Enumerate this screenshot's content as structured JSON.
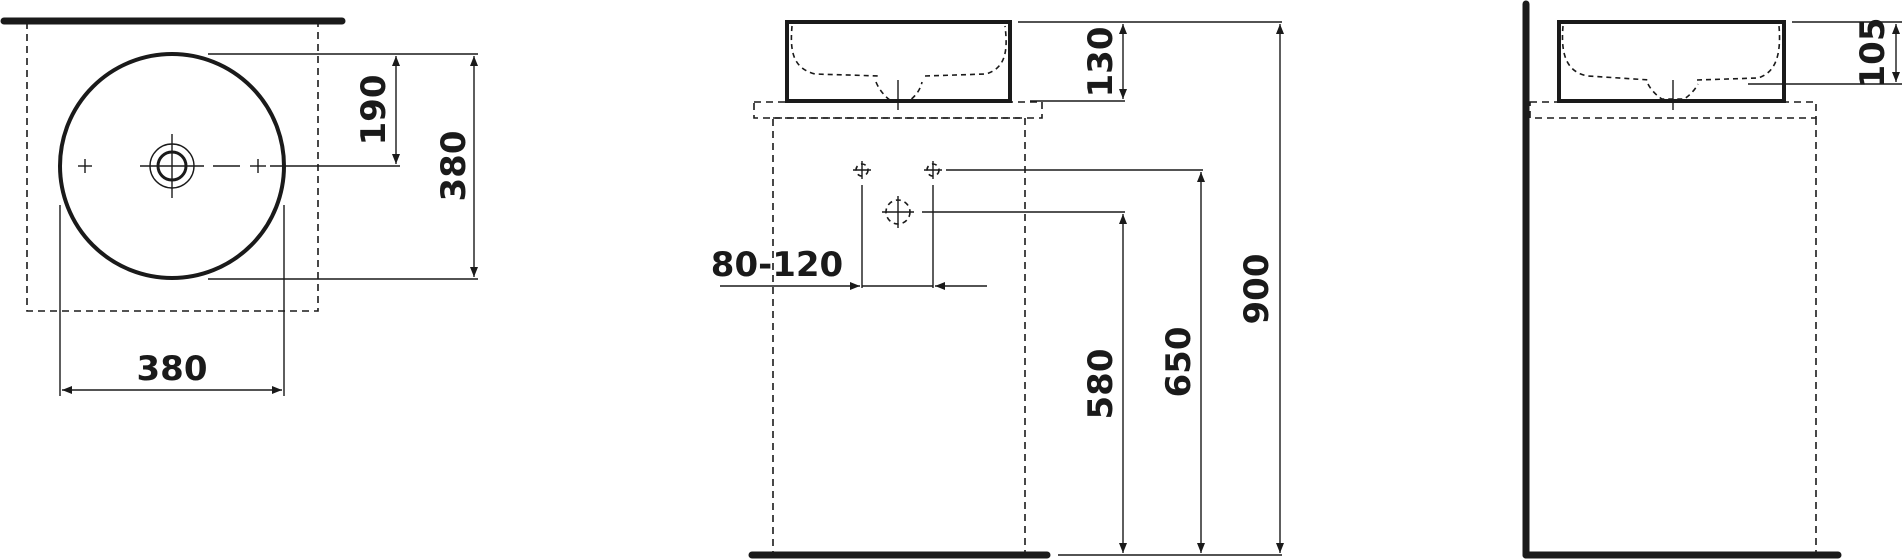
{
  "dimensions": {
    "top_view_width": "380",
    "top_view_depth": "380",
    "top_view_half_depth": "190",
    "bowl_height": "130",
    "tap_spacing": "80-120",
    "drain_height": "580",
    "tap_height": "650",
    "total_height": "900",
    "side_bowl_height": "105"
  },
  "colors": {
    "line": "#1a1a1a",
    "background": "#ffffff"
  }
}
